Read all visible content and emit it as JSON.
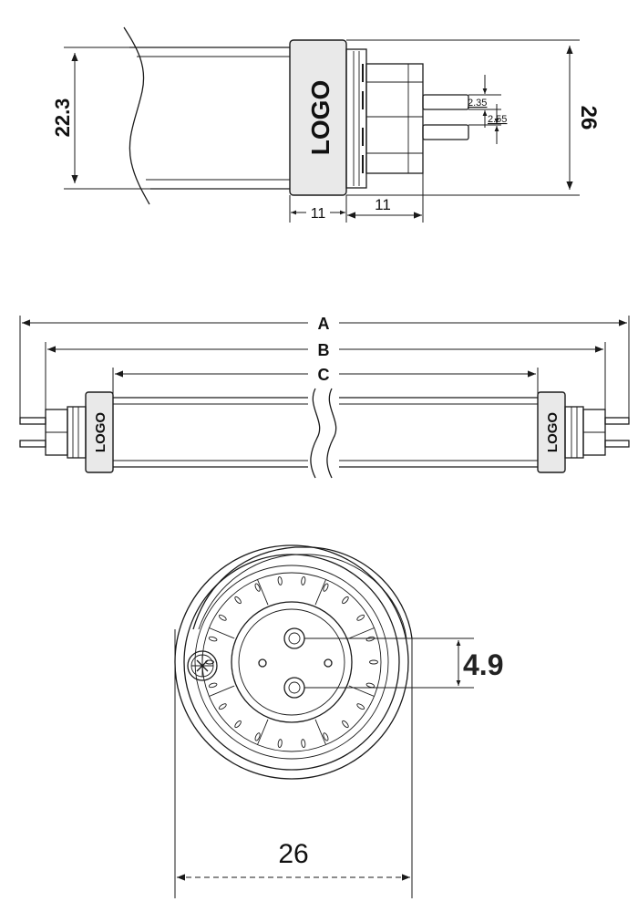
{
  "top_view": {
    "logo": "LOGO",
    "diameter_label": "22.3",
    "overall_label": "26",
    "cap_width_label": "11",
    "pin_length_label": "11",
    "pin_diameter_label": "2.35",
    "pin_gap_label": "2.55"
  },
  "side_view": {
    "logo_left": "LOGO",
    "logo_right": "LOGO",
    "length_a_label": "A",
    "length_b_label": "B",
    "length_c_label": "C"
  },
  "end_view": {
    "pin_spacing_label": "4.9",
    "width_label": "26"
  },
  "colors": {
    "line": "#1a1a1a",
    "cap_fill": "#e9e9e9",
    "background": "#ffffff"
  }
}
